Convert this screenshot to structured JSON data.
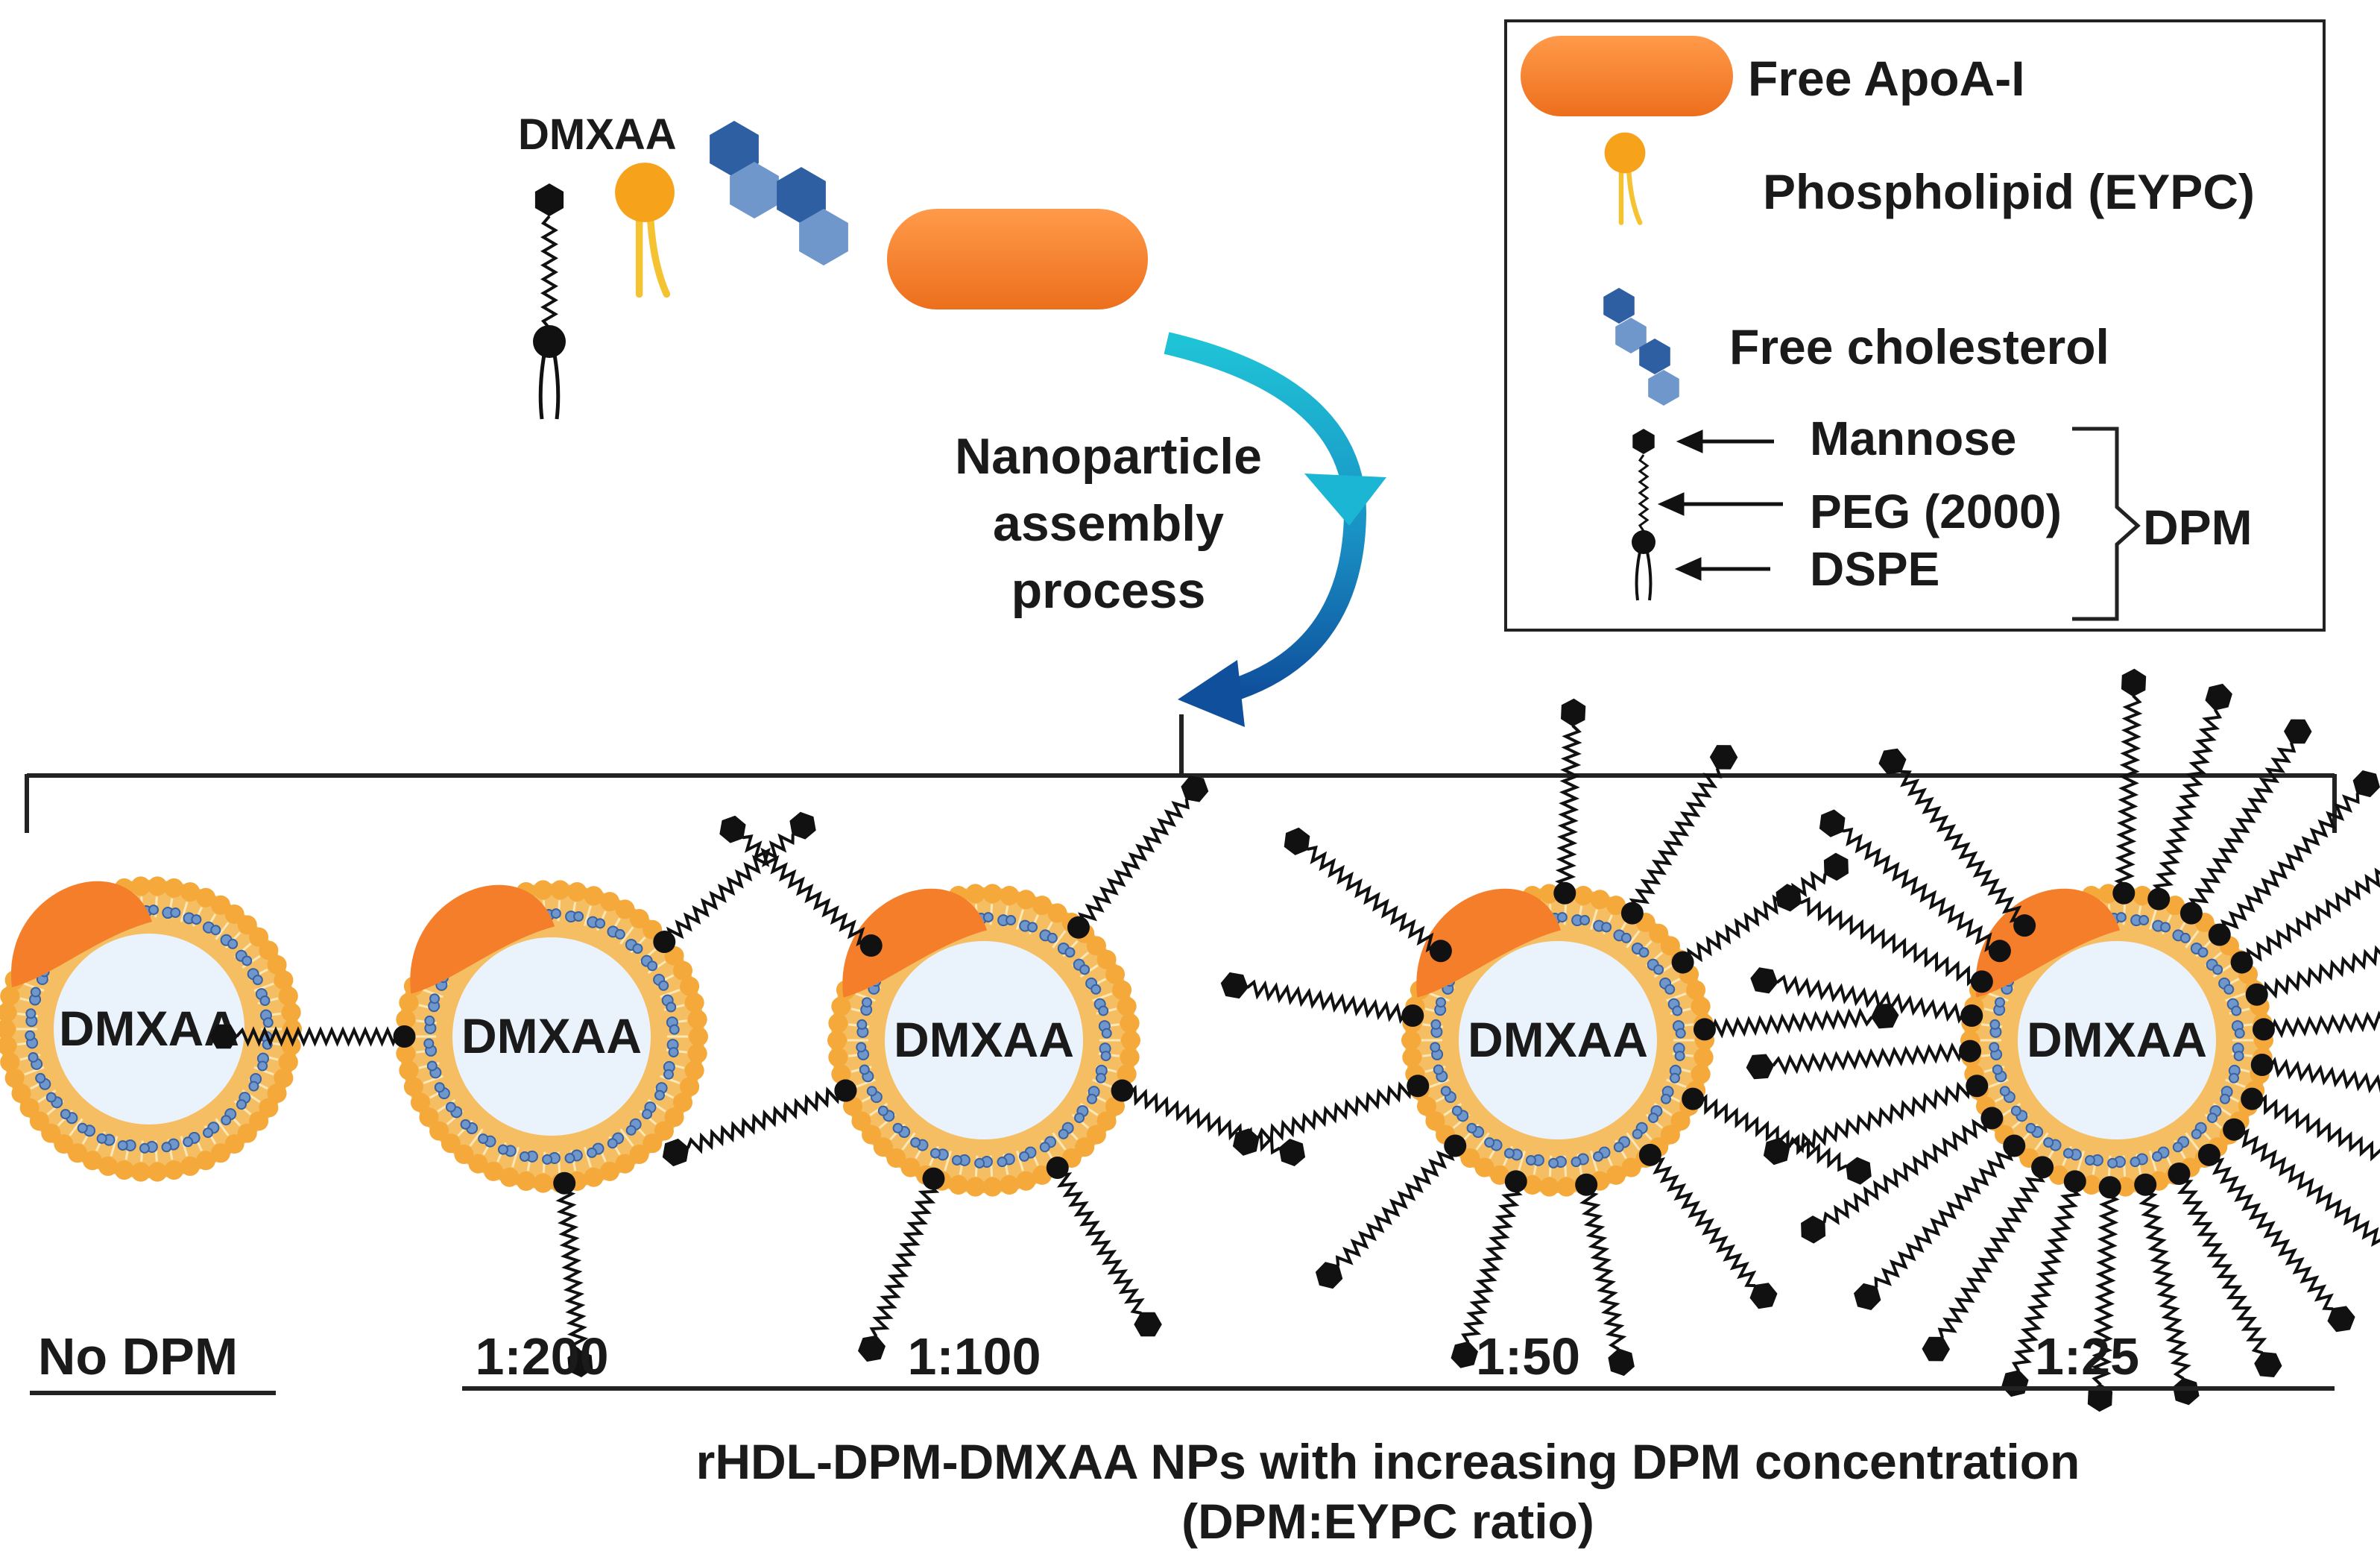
{
  "top_labels": {
    "dmxaa": "DMXAA",
    "assembly": [
      "Nanoparticle",
      "assembly",
      "process"
    ]
  },
  "legend": {
    "apoa": "Free ApoA-I",
    "phospholipid": "Phospholipid (EYPC)",
    "cholesterol": "Free cholesterol",
    "mannose": "Mannose",
    "peg": "PEG (2000)",
    "dspe": "DSPE",
    "dpm": "DPM"
  },
  "nanoparticles": [
    {
      "core_label": "DMXAA",
      "ratio": "No DPM",
      "dpm_count": 0
    },
    {
      "core_label": "DMXAA",
      "ratio": "1:200",
      "dpm_count": 3
    },
    {
      "core_label": "DMXAA",
      "ratio": "1:100",
      "dpm_count": 7
    },
    {
      "core_label": "DMXAA",
      "ratio": "1:50",
      "dpm_count": 13
    },
    {
      "core_label": "DMXAA",
      "ratio": "1:25",
      "dpm_count": 26
    }
  ],
  "caption": {
    "line1": "rHDL-DPM-DMXAA NPs with increasing DPM concentration",
    "line2": "(DPM:EYPC ratio)"
  },
  "colors": {
    "apoa": "#f47e2a",
    "phospholipid_head": "#f7a21b",
    "phospholipid_tail": "#f5c232",
    "cholesterol_dark": "#2f5fa3",
    "cholesterol_light": "#6f97cb",
    "core": "#eaf2fb",
    "arrow_top": "#1fc3d6",
    "arrow_bottom": "#0f4f9c",
    "ink": "#1a1a1a"
  }
}
